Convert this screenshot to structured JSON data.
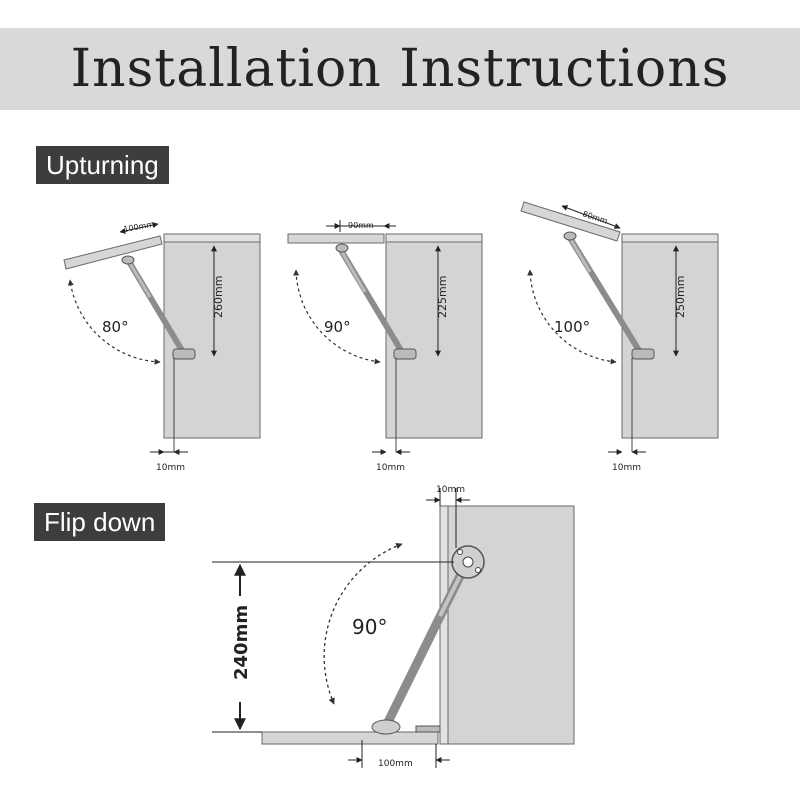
{
  "title": "Installation Instructions",
  "sections": {
    "upturning": "Upturning",
    "flip_down": "Flip down"
  },
  "upturning_diagrams": [
    {
      "angle": "80°",
      "top_dim": "100mm",
      "height_dim": "260mm",
      "offset_dim": "10mm"
    },
    {
      "angle": "90°",
      "top_dim": "90mm",
      "height_dim": "225mm",
      "offset_dim": "10mm"
    },
    {
      "angle": "100°",
      "top_dim": "80mm",
      "height_dim": "250mm",
      "offset_dim": "10mm"
    }
  ],
  "flip_down_diagram": {
    "angle": "90°",
    "height_dim": "240mm",
    "top_offset_dim": "10mm",
    "bottom_dim": "100mm"
  },
  "colors": {
    "panel_fill": "#d4d4d4",
    "panel_stroke": "#6a6a6a",
    "strut": "#9a9a9a",
    "title_bar": "#d9d9d9",
    "label_bg": "#3d3d3d"
  }
}
